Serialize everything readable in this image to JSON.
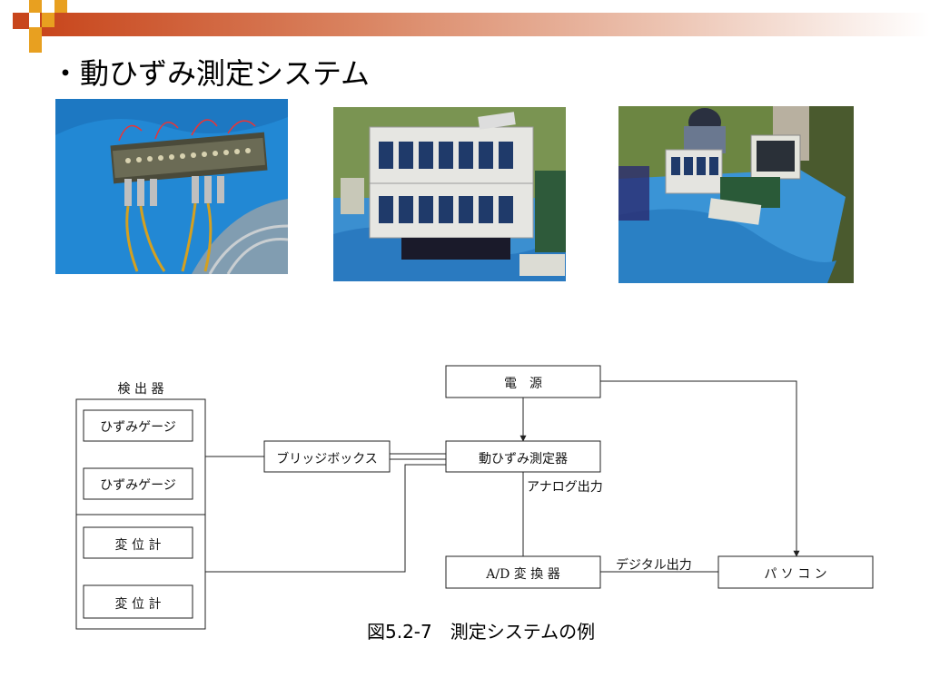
{
  "slide": {
    "title": "・動ひずみ測定システム",
    "caption": "図5.2-7　測定システムの例"
  },
  "colors": {
    "accent_orange": "#e8a020",
    "accent_red": "#c8461c",
    "tarp_blue": "#2a8fd8",
    "line": "#222222"
  },
  "diagram": {
    "detector_group_label": "検 出 器",
    "detectors": [
      "ひずみゲージ",
      "ひずみゲージ",
      "変 位 計",
      "変 位 計"
    ],
    "bridge_box": "ブリッジボックス",
    "power_supply": "電　源",
    "strain_meter": "動ひずみ測定器",
    "analog_output_label": "アナログ出力",
    "ad_converter": "A/D 変 換 器",
    "digital_output_label": "デジタル出力",
    "pc": "パ ソ コ ン"
  }
}
